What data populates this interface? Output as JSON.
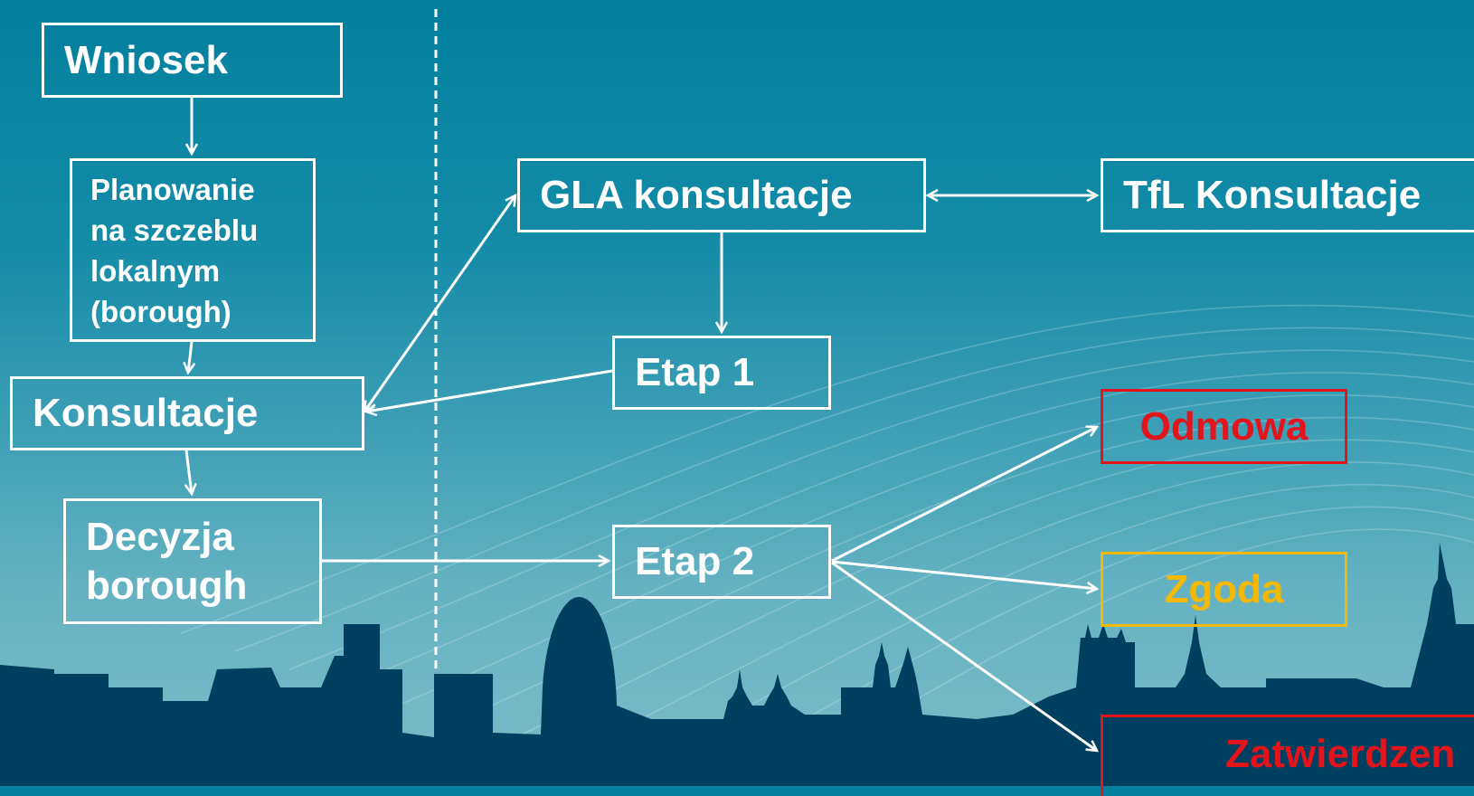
{
  "diagram": {
    "boxes": {
      "wniosek": "Wniosek",
      "planowanie": "Planowanie\nna szczeblu\nlokalnym\n(borough)",
      "konsultacje": "Konsultacje",
      "decyzja": "Decyzja\nborough",
      "gla": "GLA  konsultacje",
      "tfl": "TfL Konsultacje",
      "etap1": "Etap 1",
      "etap2": "Etap 2",
      "odmowa": "Odmowa",
      "zgoda": "Zgoda",
      "zatwierdzenie": "Zatwierdzen"
    },
    "colors": {
      "line": "#ffffff",
      "rejection": "#e3141b",
      "approval": "#f5b800",
      "skyline": "#003f5f"
    }
  }
}
